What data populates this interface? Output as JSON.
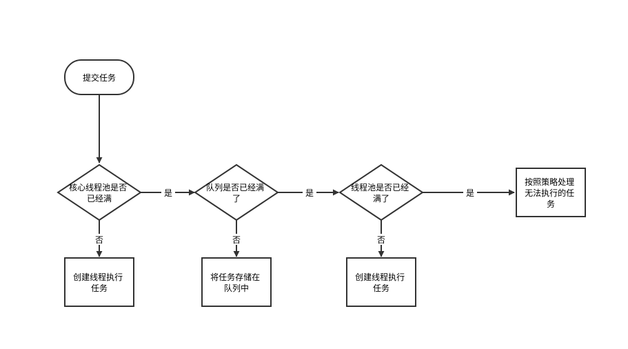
{
  "nodes": {
    "submit": {
      "lines": [
        "提交任务"
      ]
    },
    "core_check": {
      "lines": [
        "核心线程池是否",
        "已经满"
      ]
    },
    "queue_check": {
      "lines": [
        "队列是否已经满",
        "了"
      ]
    },
    "pool_check": {
      "lines": [
        "线程池是否已经",
        "满了"
      ]
    },
    "reject": {
      "lines": [
        "按照策略处理",
        "无法执行的任",
        "务"
      ]
    },
    "create_core": {
      "lines": [
        "创建线程执行",
        "任务"
      ]
    },
    "enqueue": {
      "lines": [
        "将任务存储在",
        "队列中"
      ]
    },
    "create_thread": {
      "lines": [
        "创建线程执行",
        "任务"
      ]
    }
  },
  "edges": {
    "yes1": "是",
    "yes2": "是",
    "yes3": "是",
    "no1": "否",
    "no2": "否",
    "no3": "否"
  },
  "colors": {
    "stroke": "#333333",
    "fill": "#ffffff",
    "text": "#000000"
  }
}
